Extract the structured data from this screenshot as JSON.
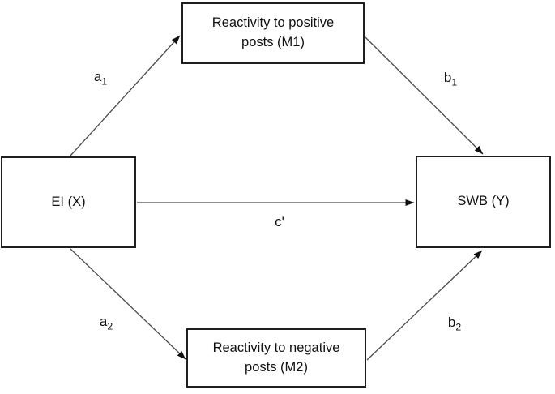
{
  "diagram": {
    "nodes": [
      {
        "id": "M1",
        "label": "Reactivity to positive posts (M1)"
      },
      {
        "id": "X",
        "label": "EI (X)"
      },
      {
        "id": "Y",
        "label": "SWB (Y)"
      },
      {
        "id": "M2",
        "label": "Reactivity to negative posts (M2)"
      }
    ],
    "paths": [
      {
        "id": "a1",
        "base": "a",
        "sub": "1",
        "from": "EI (X)",
        "to": "Reactivity to positive posts (M1)"
      },
      {
        "id": "b1",
        "base": "b",
        "sub": "1",
        "from": "Reactivity to positive posts (M1)",
        "to": "SWB (Y)"
      },
      {
        "id": "c",
        "base": "c'",
        "sub": "",
        "from": "EI (X)",
        "to": "SWB (Y)"
      },
      {
        "id": "a2",
        "base": "a",
        "sub": "2",
        "from": "EI (X)",
        "to": "Reactivity to negative posts (M2)"
      },
      {
        "id": "b2",
        "base": "b",
        "sub": "2",
        "from": "Reactivity to negative posts (M2)",
        "to": "SWB (Y)"
      }
    ],
    "colors": {
      "background": "#ffffff",
      "box_border": "#1f1f1f",
      "box_fill": "#ffffff",
      "line": "#4a4a4a",
      "arrowhead": "#111111",
      "text": "#111111"
    }
  }
}
